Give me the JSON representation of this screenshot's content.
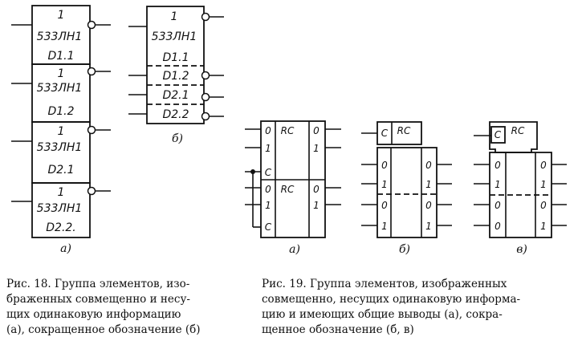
{
  "fig18": {
    "a": {
      "blocks": [
        {
          "num": "1",
          "type": "533ЛН1",
          "id": "D1.1"
        },
        {
          "num": "1",
          "type": "533ЛН1",
          "id": "D1.2"
        },
        {
          "num": "1",
          "type": "533ЛН1",
          "id": "D2.1"
        },
        {
          "num": "1",
          "type": "533ЛН1",
          "id": "D2.2."
        }
      ],
      "label": "а)"
    },
    "b": {
      "num": "1",
      "type": "533ЛН1",
      "ids": [
        "D1.1",
        "D1.2",
        "D2.1",
        "D2.2"
      ],
      "label": "б)"
    },
    "caption": [
      "Рис. 18. Группа элементов, изо-",
      "браженных совмещенно и несу-",
      "щих одинаковую информацию",
      "(а), сокращенное обозначение (б)"
    ]
  },
  "fig19": {
    "a": {
      "blocks": [
        {
          "func": "RC",
          "inputs": [
            "0",
            "1",
            "C"
          ],
          "outputs": [
            "0",
            "1"
          ]
        },
        {
          "func": "RC",
          "inputs": [
            "0",
            "1",
            "C"
          ],
          "outputs": [
            "0",
            "1"
          ]
        }
      ],
      "label": "а)"
    },
    "b": {
      "ctrl": "C",
      "func": "RC",
      "inputs": [
        "0",
        "1",
        "0",
        "1"
      ],
      "outputs": [
        "0",
        "1",
        "0",
        "1"
      ],
      "label": "б)"
    },
    "c": {
      "ctrl": "C",
      "func": "RC",
      "inputs": [
        "0",
        "1",
        "0",
        "0"
      ],
      "outputs": [
        "0",
        "1",
        "0",
        "1"
      ],
      "label": "в)"
    },
    "caption": [
      "Рис. 19. Группа элементов, изображенных",
      "совмещенно, несущих одинаковую информа-",
      "цию и имеющих общие выводы (а), сокра-",
      "щенное обозначение (б, в)"
    ]
  }
}
